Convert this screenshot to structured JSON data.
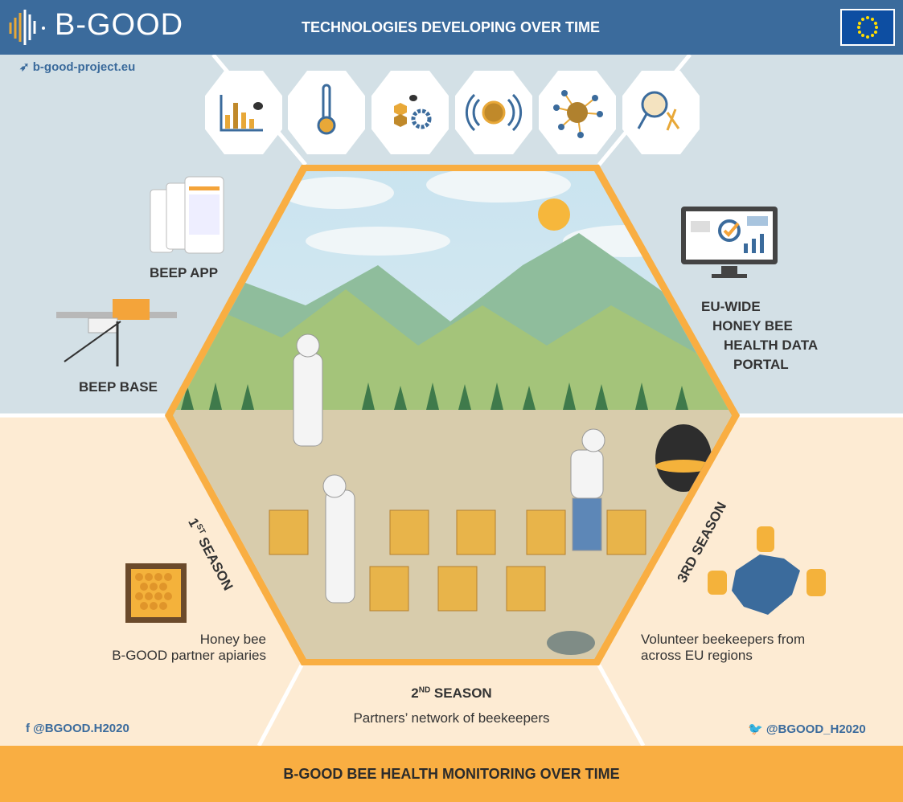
{
  "header": {
    "logo": "B-GOOD",
    "title": "TECHNOLOGIES DEVELOPING OVER TIME"
  },
  "website": "b-good-project.eu",
  "tech_icons": [
    "bar-chart-bee",
    "thermometer",
    "honeycomb-gear",
    "sensor-signal",
    "virus",
    "magnifier-dna"
  ],
  "labels": {
    "beep_app": "BEEP APP",
    "beep_base": "BEEP BASE",
    "portal": [
      "EU-WIDE",
      "HONEY BEE",
      "HEALTH DATA",
      "PORTAL"
    ]
  },
  "seasons": {
    "first": {
      "num": "1",
      "sup": "ST",
      "word": " SEASON",
      "desc": [
        "Honey bee",
        "B-GOOD partner apiaries"
      ]
    },
    "second": {
      "num": "2",
      "sup": "ND",
      "word": " SEASON",
      "desc": "Partners’ network of beekeepers"
    },
    "third": {
      "title": "3RD SEASON",
      "desc": [
        "Volunteer beekeepers from",
        "across EU regions"
      ]
    }
  },
  "social": {
    "facebook": "@BGOOD.H2020",
    "twitter": "@BGOOD_H2020"
  },
  "footer": "B-GOOD BEE HEALTH MONITORING OVER TIME",
  "colors": {
    "blue": "#3b6b9c",
    "orange": "#f9ae42",
    "peach": "#fdebd3",
    "light": "#d3e0e6"
  }
}
